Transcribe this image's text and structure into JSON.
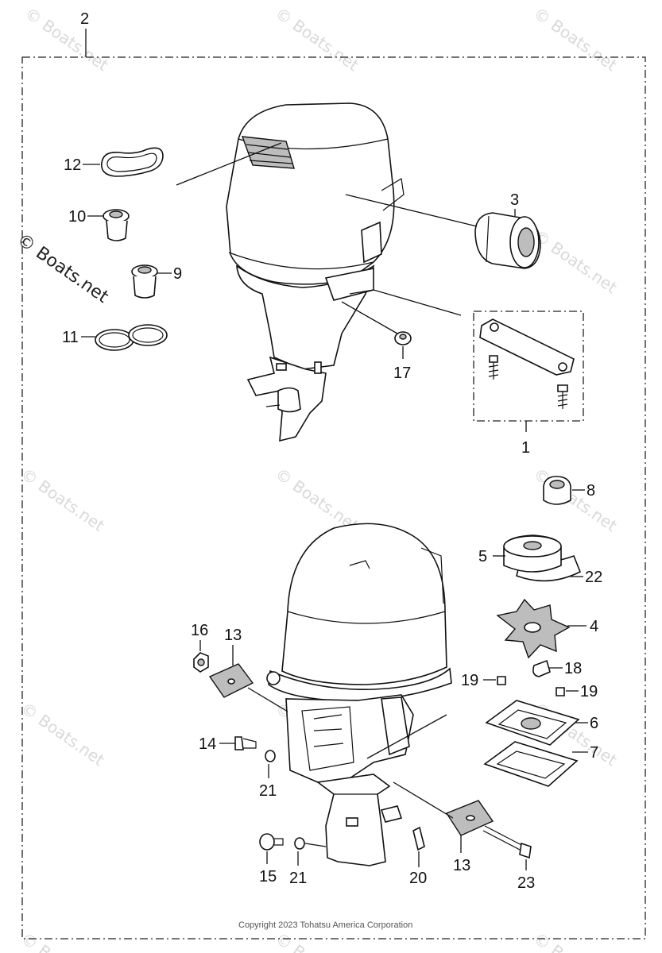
{
  "watermark": {
    "text": "© Boats.net",
    "side_text": "© Boats.net"
  },
  "copyright": "Copyright 2023 Tohatsu America Corporation",
  "callouts": {
    "c1": "1",
    "c2": "2",
    "c3": "3",
    "c4": "4",
    "c5": "5",
    "c6": "6",
    "c7": "7",
    "c8": "8",
    "c9": "9",
    "c10": "10",
    "c11": "11",
    "c12": "12",
    "c13a": "13",
    "c13b": "13",
    "c14": "14",
    "c15": "15",
    "c16": "16",
    "c17": "17",
    "c18": "18",
    "c19a": "19",
    "c19b": "19",
    "c20": "20",
    "c21a": "21",
    "c21b": "21",
    "c22": "22",
    "c23": "23"
  }
}
